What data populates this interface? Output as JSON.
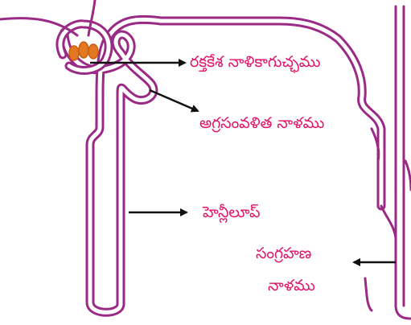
{
  "labels": {
    "glomerulus": "రక్తకేశ నాళికాగుచ్ఛము",
    "proximal_tubule": "అగ్రసంవళిత నాళము",
    "loop_of_henle": "హెన్లీలూప్",
    "collecting_duct_line1": "సంగ్రహణ",
    "collecting_duct_line2": "నాళము"
  },
  "colors": {
    "tubule": "#9b2a86",
    "capillary": "#e47822",
    "label": "#e0156b",
    "arrow": "#111111"
  }
}
